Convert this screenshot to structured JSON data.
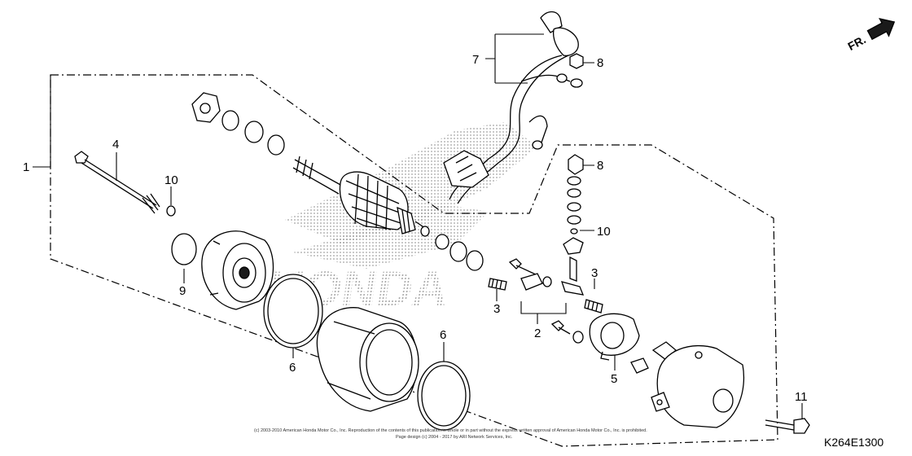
{
  "diagram": {
    "callouts": [
      "1",
      "2",
      "3",
      "3",
      "4",
      "5",
      "6",
      "6",
      "7",
      "8",
      "8",
      "9",
      "10",
      "10",
      "11"
    ],
    "direction_label": "FR.",
    "diagram_code": "K264E1300",
    "copyright_line1": "(c) 2003-2010 American Honda Motor Co., Inc. Reproduction of the contents of this publication in whole or in part without the express written approval of American Honda Motor Co., Inc. is prohibited.",
    "copyright_line2": "Page design (c) 2004 - 2017 by ARI Network Services, Inc.",
    "watermark_text": "HONDA"
  }
}
